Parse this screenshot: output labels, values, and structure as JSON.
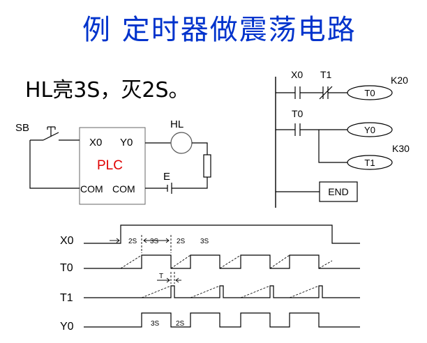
{
  "title": "例  定时器做震荡电路",
  "subtitle": "HL亮3S，灭2S。",
  "colors": {
    "title": "#0033cc",
    "plc_label": "#e00000",
    "line": "#000000"
  },
  "wiring": {
    "sb": "SB",
    "x0": "X0",
    "y0": "Y0",
    "plc": "PLC",
    "com1": "COM",
    "com2": "COM",
    "hl": "HL",
    "e": "E"
  },
  "ladder": {
    "rung1_x0": "X0",
    "rung1_t1": "T1",
    "rung1_coil": "T0",
    "rung1_k": "K20",
    "rung2_t0": "T0",
    "rung2_coil": "Y0",
    "rung3_coil": "T1",
    "rung3_k": "K30",
    "end": "END"
  },
  "timing": {
    "labels": [
      "X0",
      "T0",
      "T1",
      "Y0"
    ],
    "x0_annotations": [
      "2S",
      "3S",
      "2S",
      "3S"
    ],
    "t_label": "T",
    "y0_annotations": [
      "3S",
      "2S"
    ]
  }
}
